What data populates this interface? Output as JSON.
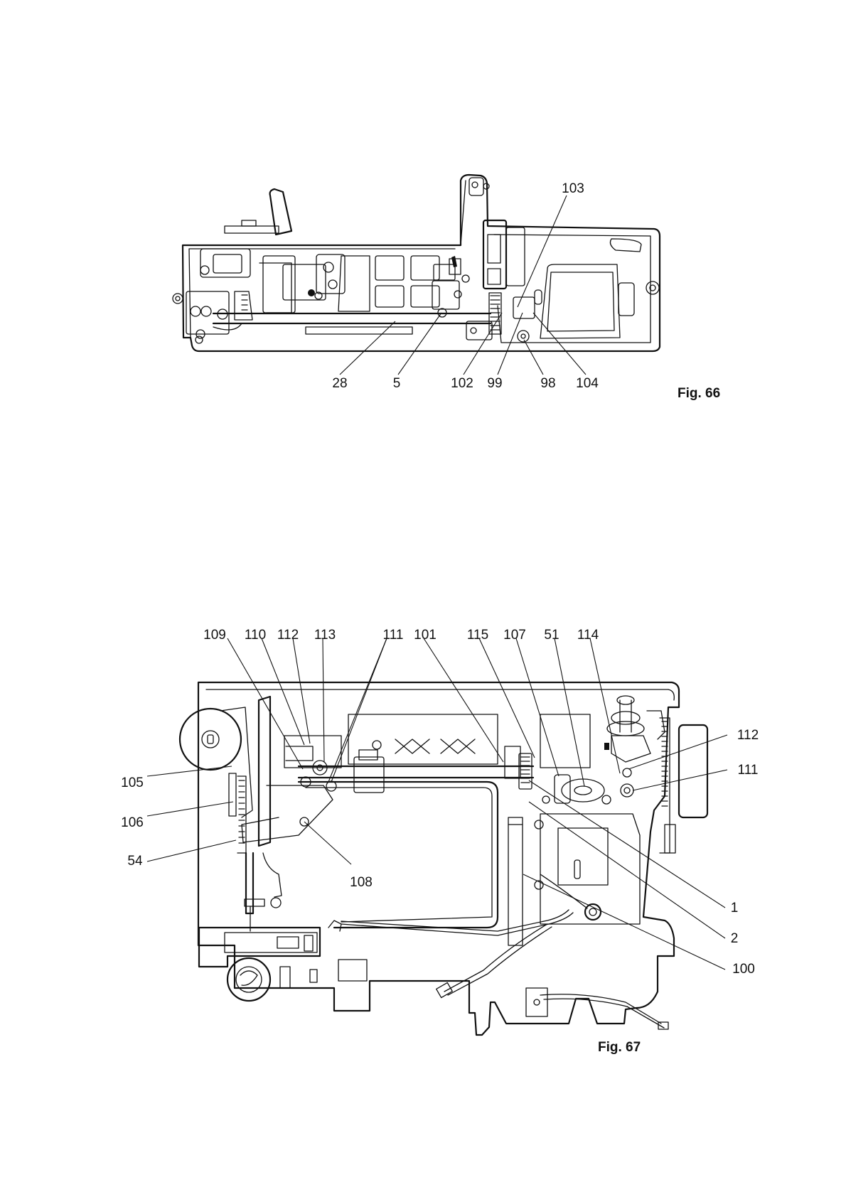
{
  "figures": [
    {
      "caption": "Fig. 66",
      "labels": [
        "103",
        "28",
        "5",
        "102",
        "99",
        "98",
        "104"
      ]
    },
    {
      "caption": "Fig. 67",
      "labels": [
        "109",
        "110",
        "112",
        "113",
        "111",
        "101",
        "115",
        "107",
        "51",
        "114",
        "112",
        "111",
        "105",
        "106",
        "54",
        "108",
        "1",
        "2",
        "100"
      ]
    }
  ]
}
